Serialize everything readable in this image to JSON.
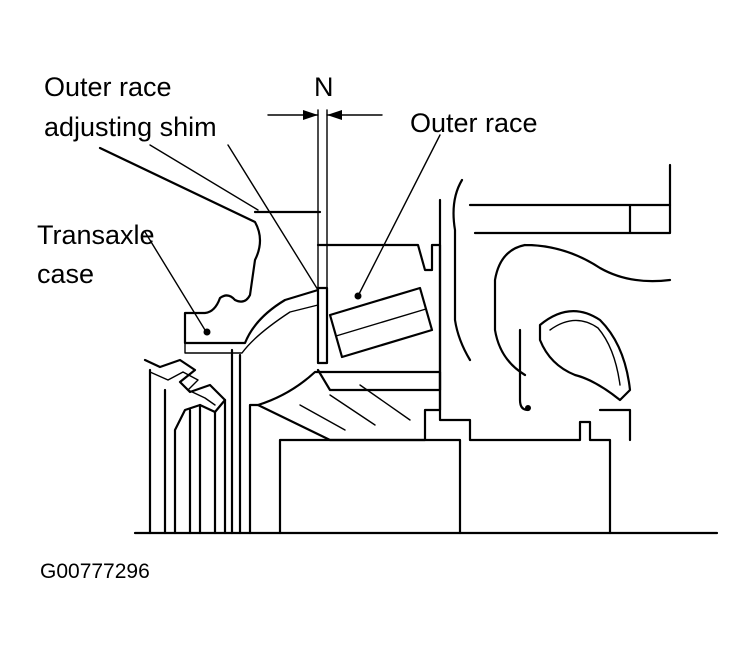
{
  "labels": {
    "outer_race_adjusting_shim_line1": "Outer race",
    "outer_race_adjusting_shim_line2": "adjusting shim",
    "dimension_n": "N",
    "outer_race": "Outer race",
    "transaxle_case_line1": "Transaxle",
    "transaxle_case_line2": "case"
  },
  "figure_id": "G00777296"
}
